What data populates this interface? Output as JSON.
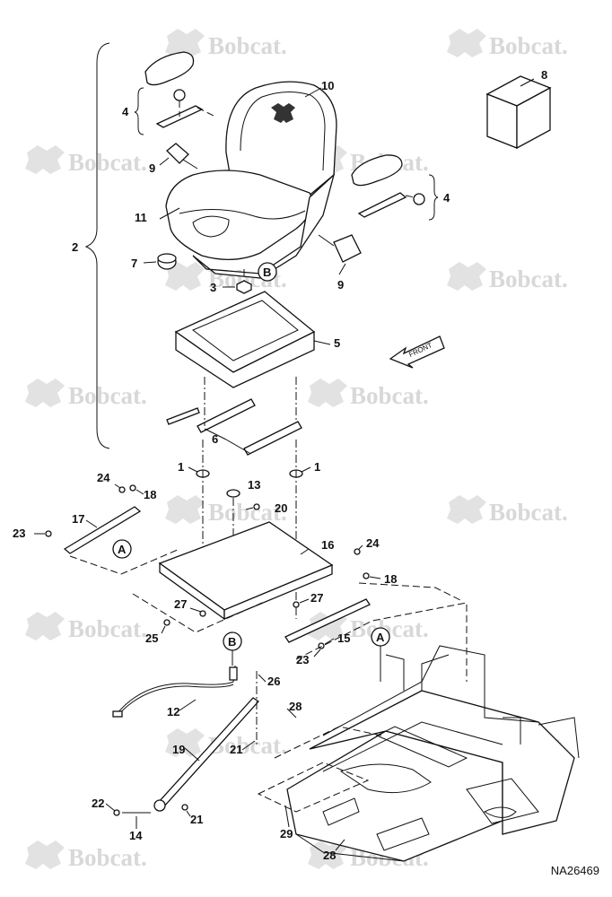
{
  "brand": {
    "watermark_text": "Bobcat.",
    "watermark_color": "#d8d8d8"
  },
  "document_number": "NA26469",
  "callouts": {
    "c1": "1",
    "c2": "2",
    "c3": "3",
    "c4": "4",
    "c5": "5",
    "c6": "6",
    "c7": "7",
    "c8": "8",
    "c9": "9",
    "c10": "10",
    "c11": "11",
    "c12": "12",
    "c13": "13",
    "c14": "14",
    "c15": "15",
    "c16": "16",
    "c17": "17",
    "c18": "18",
    "c19": "19",
    "c20": "20",
    "c21": "21",
    "c22": "22",
    "c23": "23",
    "c24": "24",
    "c25": "25",
    "c26": "26",
    "c27": "27",
    "c28": "28",
    "c29": "29"
  },
  "refs": {
    "a": "A",
    "b": "B"
  },
  "arrow_label": "FRONT"
}
